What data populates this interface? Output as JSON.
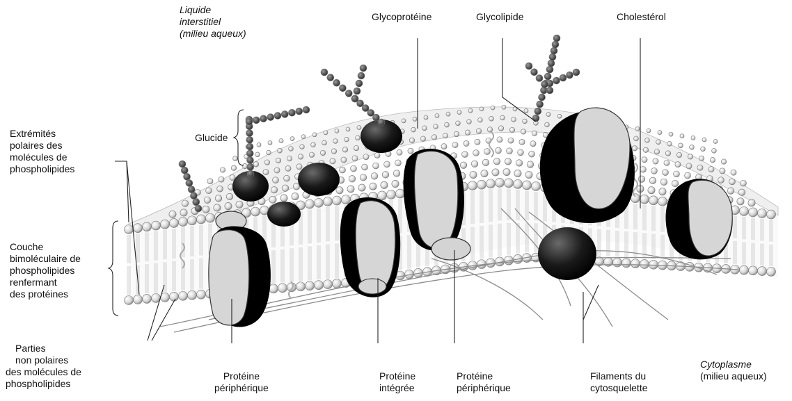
{
  "labels": {
    "liquide_interstitiel": [
      "Liquide",
      "interstitiel",
      "(milieu aqueux)"
    ],
    "glycoproteine": "Glycoprotéine",
    "glycolipide": "Glycolipide",
    "cholesterol": "Cholestérol",
    "glucide": "Glucide",
    "extremites_polaires": [
      "Extrémités",
      "polaires des",
      "molécules de",
      "phospholipides"
    ],
    "couche_bimoleculaire": [
      "Couche",
      "bimoléculaire de",
      "phospholipides",
      "renfermant",
      "des protéines"
    ],
    "parties_non_polaires": [
      "Parties",
      "non polaires",
      "des molécules de",
      "phospholipides"
    ],
    "proteine_peripherique_1": [
      "Protéine",
      "périphérique"
    ],
    "proteine_integree": [
      "Protéine",
      "intégrée"
    ],
    "proteine_peripherique_2": [
      "Protéine",
      "périphérique"
    ],
    "filaments_cytosquelette": [
      "Filaments du",
      "cytosquelette"
    ],
    "cytoplasme": [
      "Cytoplasme",
      "(milieu aqueux)"
    ]
  }
}
